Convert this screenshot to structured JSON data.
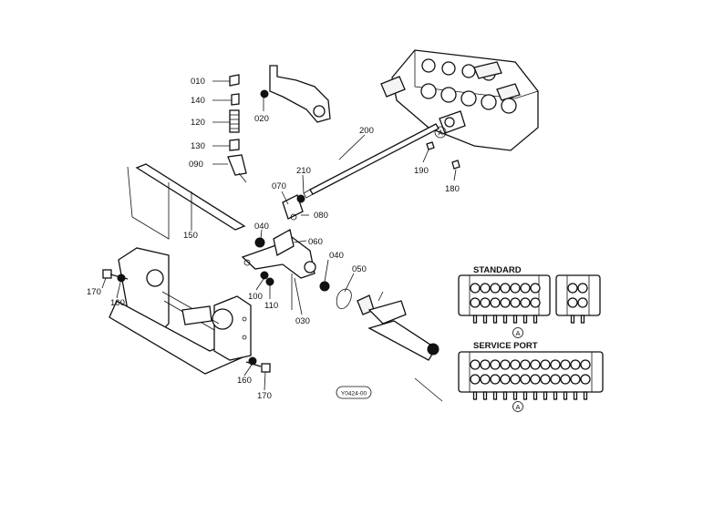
{
  "part_labels": [
    "010",
    "140",
    "120",
    "130",
    "090",
    "020",
    "200",
    "190",
    "180",
    "210",
    "070",
    "080",
    "150",
    "040",
    "060",
    "040",
    "050",
    "170",
    "160",
    "100",
    "110",
    "030",
    "160",
    "170"
  ],
  "callout_letter": "A",
  "sections": {
    "standard": "STANDARD",
    "service_port": "SERVICE PORT"
  },
  "diagram_code": "Y0424-00"
}
